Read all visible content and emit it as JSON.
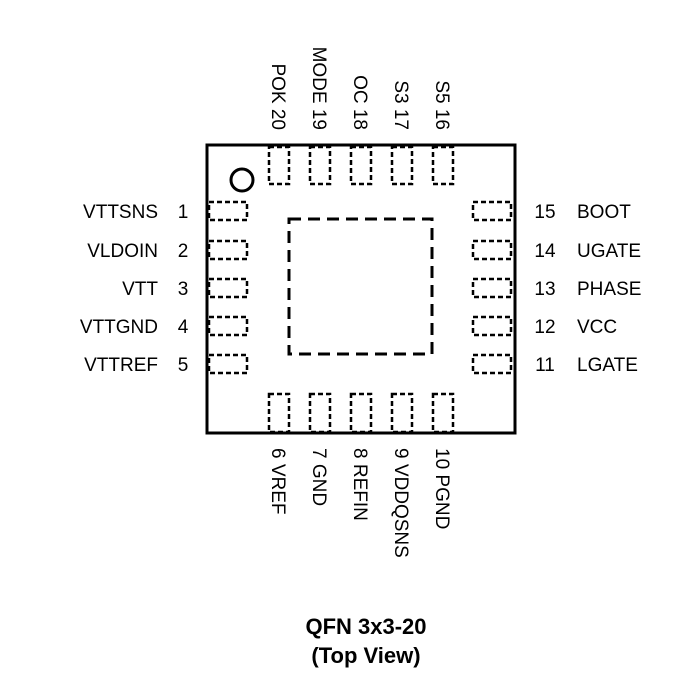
{
  "package": {
    "caption_line1": "QFN 3x3-20",
    "caption_line2": "(Top View)"
  },
  "pins": {
    "left": [
      {
        "num": "1",
        "name": "VTTSNS"
      },
      {
        "num": "2",
        "name": "VLDOIN"
      },
      {
        "num": "3",
        "name": "VTT"
      },
      {
        "num": "4",
        "name": "VTTGND"
      },
      {
        "num": "5",
        "name": "VTTREF"
      }
    ],
    "bottom": [
      {
        "num": "6",
        "name": "VREF"
      },
      {
        "num": "7",
        "name": "GND"
      },
      {
        "num": "8",
        "name": "REFIN"
      },
      {
        "num": "9",
        "name": "VDDQSNS"
      },
      {
        "num": "10",
        "name": "PGND"
      }
    ],
    "right": [
      {
        "num": "11",
        "name": "LGATE"
      },
      {
        "num": "12",
        "name": "VCC"
      },
      {
        "num": "13",
        "name": "PHASE"
      },
      {
        "num": "14",
        "name": "UGATE"
      },
      {
        "num": "15",
        "name": "BOOT"
      }
    ],
    "top": [
      {
        "num": "16",
        "name": "S5"
      },
      {
        "num": "17",
        "name": "S3"
      },
      {
        "num": "18",
        "name": "OC"
      },
      {
        "num": "19",
        "name": "MODE"
      },
      {
        "num": "20",
        "name": "POK"
      }
    ]
  }
}
